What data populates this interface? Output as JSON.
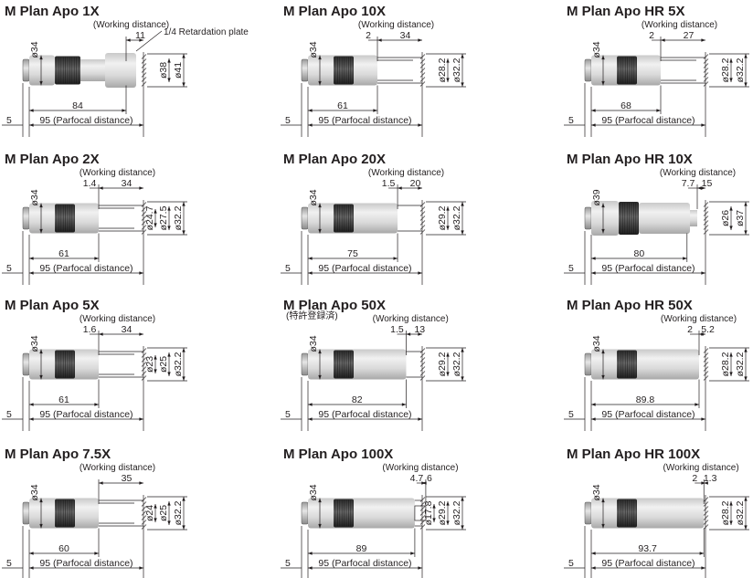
{
  "labels": {
    "working_distance": "(Working distance)",
    "parfocal": "95 (Parfocal distance)",
    "retardation_plate": "1/4 Retardation plate"
  },
  "objectives": [
    {
      "id": "m-plan-apo-1x",
      "title": "M Plan Apo 1X",
      "kind": "1x",
      "col": 0,
      "row": 0,
      "body": "84",
      "d_body": "ø34",
      "d_inner": "ø38",
      "d_outer": "ø41",
      "wd": "11",
      "ret_plate": true
    },
    {
      "id": "m-plan-apo-10x",
      "title": "M Plan Apo 10X",
      "kind": "plan",
      "col": 1,
      "row": 0,
      "body": "61",
      "d_body": "ø34",
      "d_inner": "ø28.2",
      "d_outer": "ø32.2",
      "off": "2",
      "wd": "34"
    },
    {
      "id": "m-plan-apo-hr-5x",
      "title": "M Plan Apo HR 5X",
      "kind": "hr",
      "col": 2,
      "row": 0,
      "body": "68",
      "d_body": "ø34",
      "d_inner": "ø28.2",
      "d_outer": "ø32.2",
      "off": "2",
      "wd": "27"
    },
    {
      "id": "m-plan-apo-2x",
      "title": "M Plan Apo 2X",
      "kind": "plan",
      "col": 0,
      "row": 1,
      "body": "61",
      "d_body": "ø34",
      "d_tube": "ø24.7",
      "d_inner": "ø27.5",
      "d_outer": "ø32.2",
      "off": "1.4",
      "wd": "34"
    },
    {
      "id": "m-plan-apo-20x",
      "title": "M Plan Apo 20X",
      "kind": "high",
      "col": 1,
      "row": 1,
      "body": "75",
      "d_body": "ø34",
      "d_inner": "ø29.2",
      "d_outer": "ø32.2",
      "off": "1.5",
      "wd": "20"
    },
    {
      "id": "m-plan-apo-hr-10x",
      "title": "M Plan Apo HR 10X",
      "kind": "hr10",
      "col": 2,
      "row": 1,
      "body": "80",
      "d_body": "ø39",
      "d_inner": "ø26",
      "d_outer": "ø37",
      "off": "7.7",
      "wd": "15"
    },
    {
      "id": "m-plan-apo-5x",
      "title": "M Plan Apo 5X",
      "kind": "plan",
      "col": 0,
      "row": 2,
      "body": "61",
      "d_body": "ø34",
      "d_tube": "ø23",
      "d_inner": "ø25",
      "d_outer": "ø32.2",
      "off": "1.6",
      "wd": "34"
    },
    {
      "id": "m-plan-apo-50x",
      "title": "M Plan Apo 50X",
      "subtitle": "(特許登録済)",
      "kind": "high",
      "col": 1,
      "row": 2,
      "body": "82",
      "d_body": "ø34",
      "d_inner": "ø29.2",
      "d_outer": "ø32.2",
      "off": "1.5",
      "wd": "13"
    },
    {
      "id": "m-plan-apo-hr-50x",
      "title": "M Plan Apo HR 50X",
      "kind": "hrhigh",
      "col": 2,
      "row": 2,
      "body": "89.8",
      "d_body": "ø34",
      "d_inner": "ø28.2",
      "d_outer": "ø32.2",
      "off": "2",
      "wd": "5.2"
    },
    {
      "id": "m-plan-apo-7-5x",
      "title": "M Plan Apo 7.5X",
      "kind": "plan",
      "col": 0,
      "row": 3,
      "body": "60",
      "d_body": "ø34",
      "d_tube": "ø24",
      "d_inner": "ø25",
      "d_outer": "ø32.2",
      "wd": "35"
    },
    {
      "id": "m-plan-apo-100x",
      "title": "M Plan Apo 100X",
      "kind": "p100",
      "col": 1,
      "row": 3,
      "body": "89",
      "d_body": "ø34",
      "d_tube": "ø17.8",
      "d_inner": "ø29.2",
      "d_outer": "ø32.2",
      "off": "4.7",
      "wd": "6"
    },
    {
      "id": "m-plan-apo-hr-100x",
      "title": "M Plan Apo HR 100X",
      "kind": "hrhigh",
      "col": 2,
      "row": 3,
      "body": "93.7",
      "d_body": "ø34",
      "d_inner": "ø28.2",
      "d_outer": "ø32.2",
      "off": "2",
      "wd": "1.3"
    }
  ]
}
